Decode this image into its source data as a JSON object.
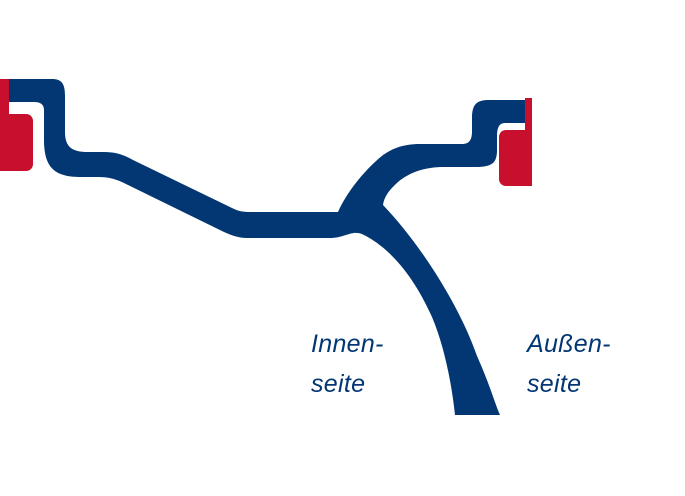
{
  "colors": {
    "rim": "#033773",
    "weights": "#c8102e",
    "background": "#ffffff"
  },
  "labels": {
    "inner": [
      "Innen-",
      "seite"
    ],
    "outer": [
      "Außen-",
      "seite"
    ]
  },
  "parts": {
    "rim_profile": "wheel-rim-cross-section",
    "weights": [
      "inner-balance-weight",
      "outer-balance-weight"
    ]
  }
}
